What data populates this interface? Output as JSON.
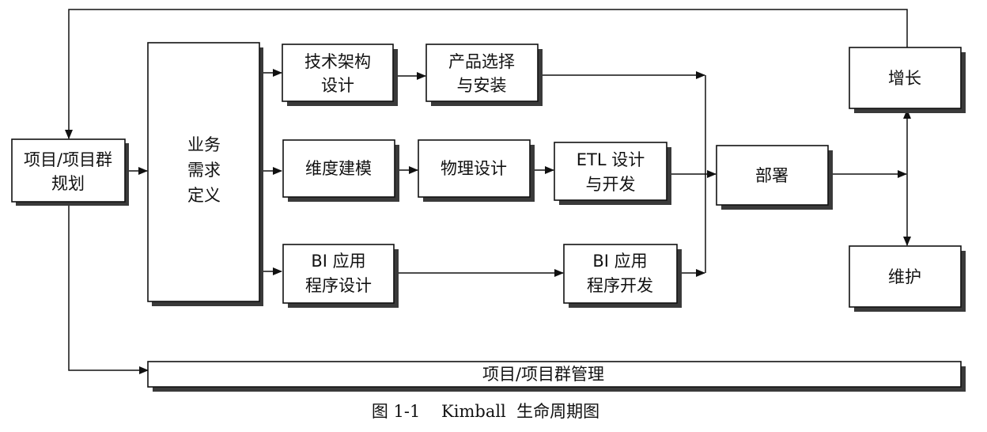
{
  "diagram": {
    "nodes": {
      "planning": {
        "lines": [
          "项目/项目群",
          "规划"
        ]
      },
      "requirements": {
        "lines": [
          "业务",
          "需求",
          "定义"
        ]
      },
      "tech_arch": {
        "lines": [
          "技术架构",
          "设计"
        ]
      },
      "product_sel": {
        "lines": [
          "产品选择",
          "与安装"
        ]
      },
      "dim_model": {
        "lines": [
          "维度建模"
        ]
      },
      "physical": {
        "lines": [
          "物理设计"
        ]
      },
      "etl": {
        "lines": [
          "ETL 设计",
          "与开发"
        ]
      },
      "bi_design": {
        "lines": [
          "BI 应用",
          "程序设计"
        ]
      },
      "bi_dev": {
        "lines": [
          "BI 应用",
          "程序开发"
        ]
      },
      "deploy": {
        "lines": [
          "部署"
        ]
      },
      "growth": {
        "lines": [
          "增长"
        ]
      },
      "maintenance": {
        "lines": [
          "维护"
        ]
      },
      "management": {
        "lines": [
          "项目/项目群管理"
        ]
      }
    },
    "caption": "图 1-1    Kimball  生命周期图"
  }
}
